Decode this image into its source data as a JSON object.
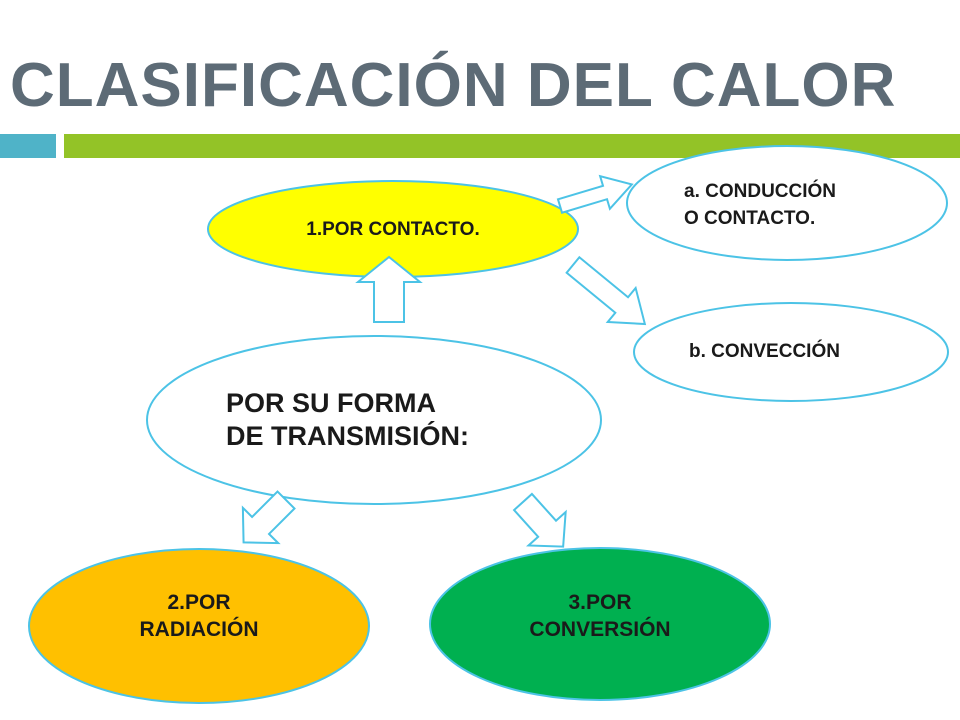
{
  "slide": {
    "title": "CLASIFICACIÓN DEL CALOR"
  },
  "nodes": {
    "center": {
      "line1": "POR SU FORMA",
      "line2": "DE TRANSMISIÓN:"
    },
    "contact": {
      "label": "1.POR CONTACTO."
    },
    "conduction": {
      "line1": "a. CONDUCCIÓN",
      "line2": "O CONTACTO."
    },
    "convection": {
      "label": "b. CONVECCIÓN"
    },
    "radiation": {
      "line1": "2.POR",
      "line2": "RADIACIÓN"
    },
    "conversion": {
      "line1": "3.POR",
      "line2": "CONVERSIÓN"
    }
  },
  "colors": {
    "title": "#5d6b76",
    "accent_blue": "#4fb3c8",
    "accent_green": "#93c327",
    "outline": "#4cc3e6",
    "contact_fill": "#ffff00",
    "radiation_fill": "#ffc000",
    "conversion_fill": "#00b050"
  }
}
